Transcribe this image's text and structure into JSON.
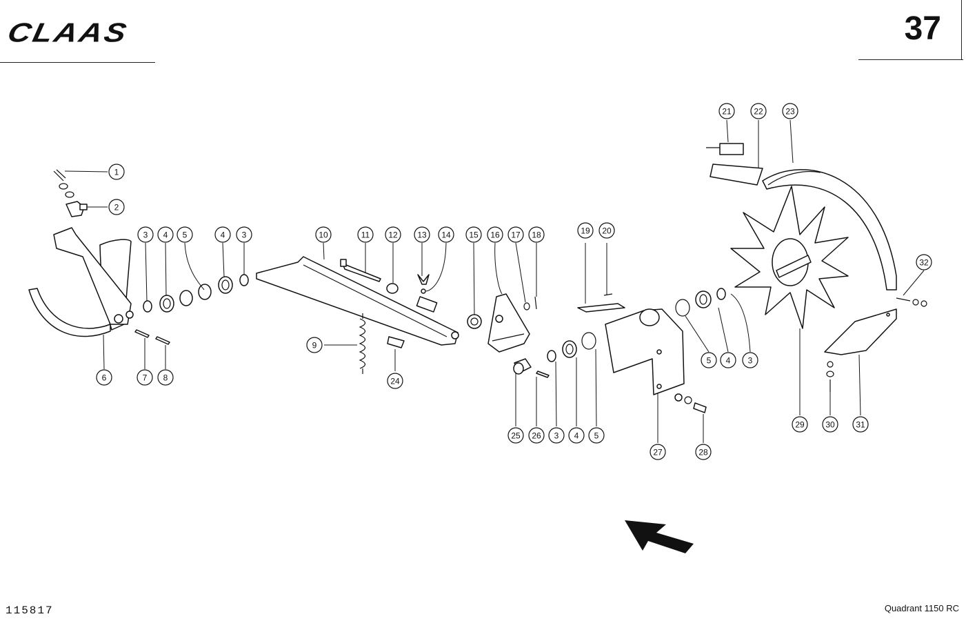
{
  "header": {
    "brand": "CLAAS",
    "page_number": "37"
  },
  "footer": {
    "document_number": "115817",
    "model": "Quadrant 1150 RC"
  },
  "callouts": [
    {
      "label": "1"
    },
    {
      "label": "2"
    },
    {
      "label": "3"
    },
    {
      "label": "4"
    },
    {
      "label": "5"
    },
    {
      "label": "4"
    },
    {
      "label": "3"
    },
    {
      "label": "6"
    },
    {
      "label": "7"
    },
    {
      "label": "8"
    },
    {
      "label": "9"
    },
    {
      "label": "10"
    },
    {
      "label": "11"
    },
    {
      "label": "12"
    },
    {
      "label": "13"
    },
    {
      "label": "14"
    },
    {
      "label": "15"
    },
    {
      "label": "16"
    },
    {
      "label": "17"
    },
    {
      "label": "18"
    },
    {
      "label": "24"
    },
    {
      "label": "19"
    },
    {
      "label": "20"
    },
    {
      "label": "25"
    },
    {
      "label": "26"
    },
    {
      "label": "3"
    },
    {
      "label": "4"
    },
    {
      "label": "5"
    },
    {
      "label": "27"
    },
    {
      "label": "28"
    },
    {
      "label": "21"
    },
    {
      "label": "22"
    },
    {
      "label": "23"
    },
    {
      "label": "5"
    },
    {
      "label": "4"
    },
    {
      "label": "3"
    },
    {
      "label": "29"
    },
    {
      "label": "30"
    },
    {
      "label": "31"
    },
    {
      "label": "32"
    }
  ]
}
